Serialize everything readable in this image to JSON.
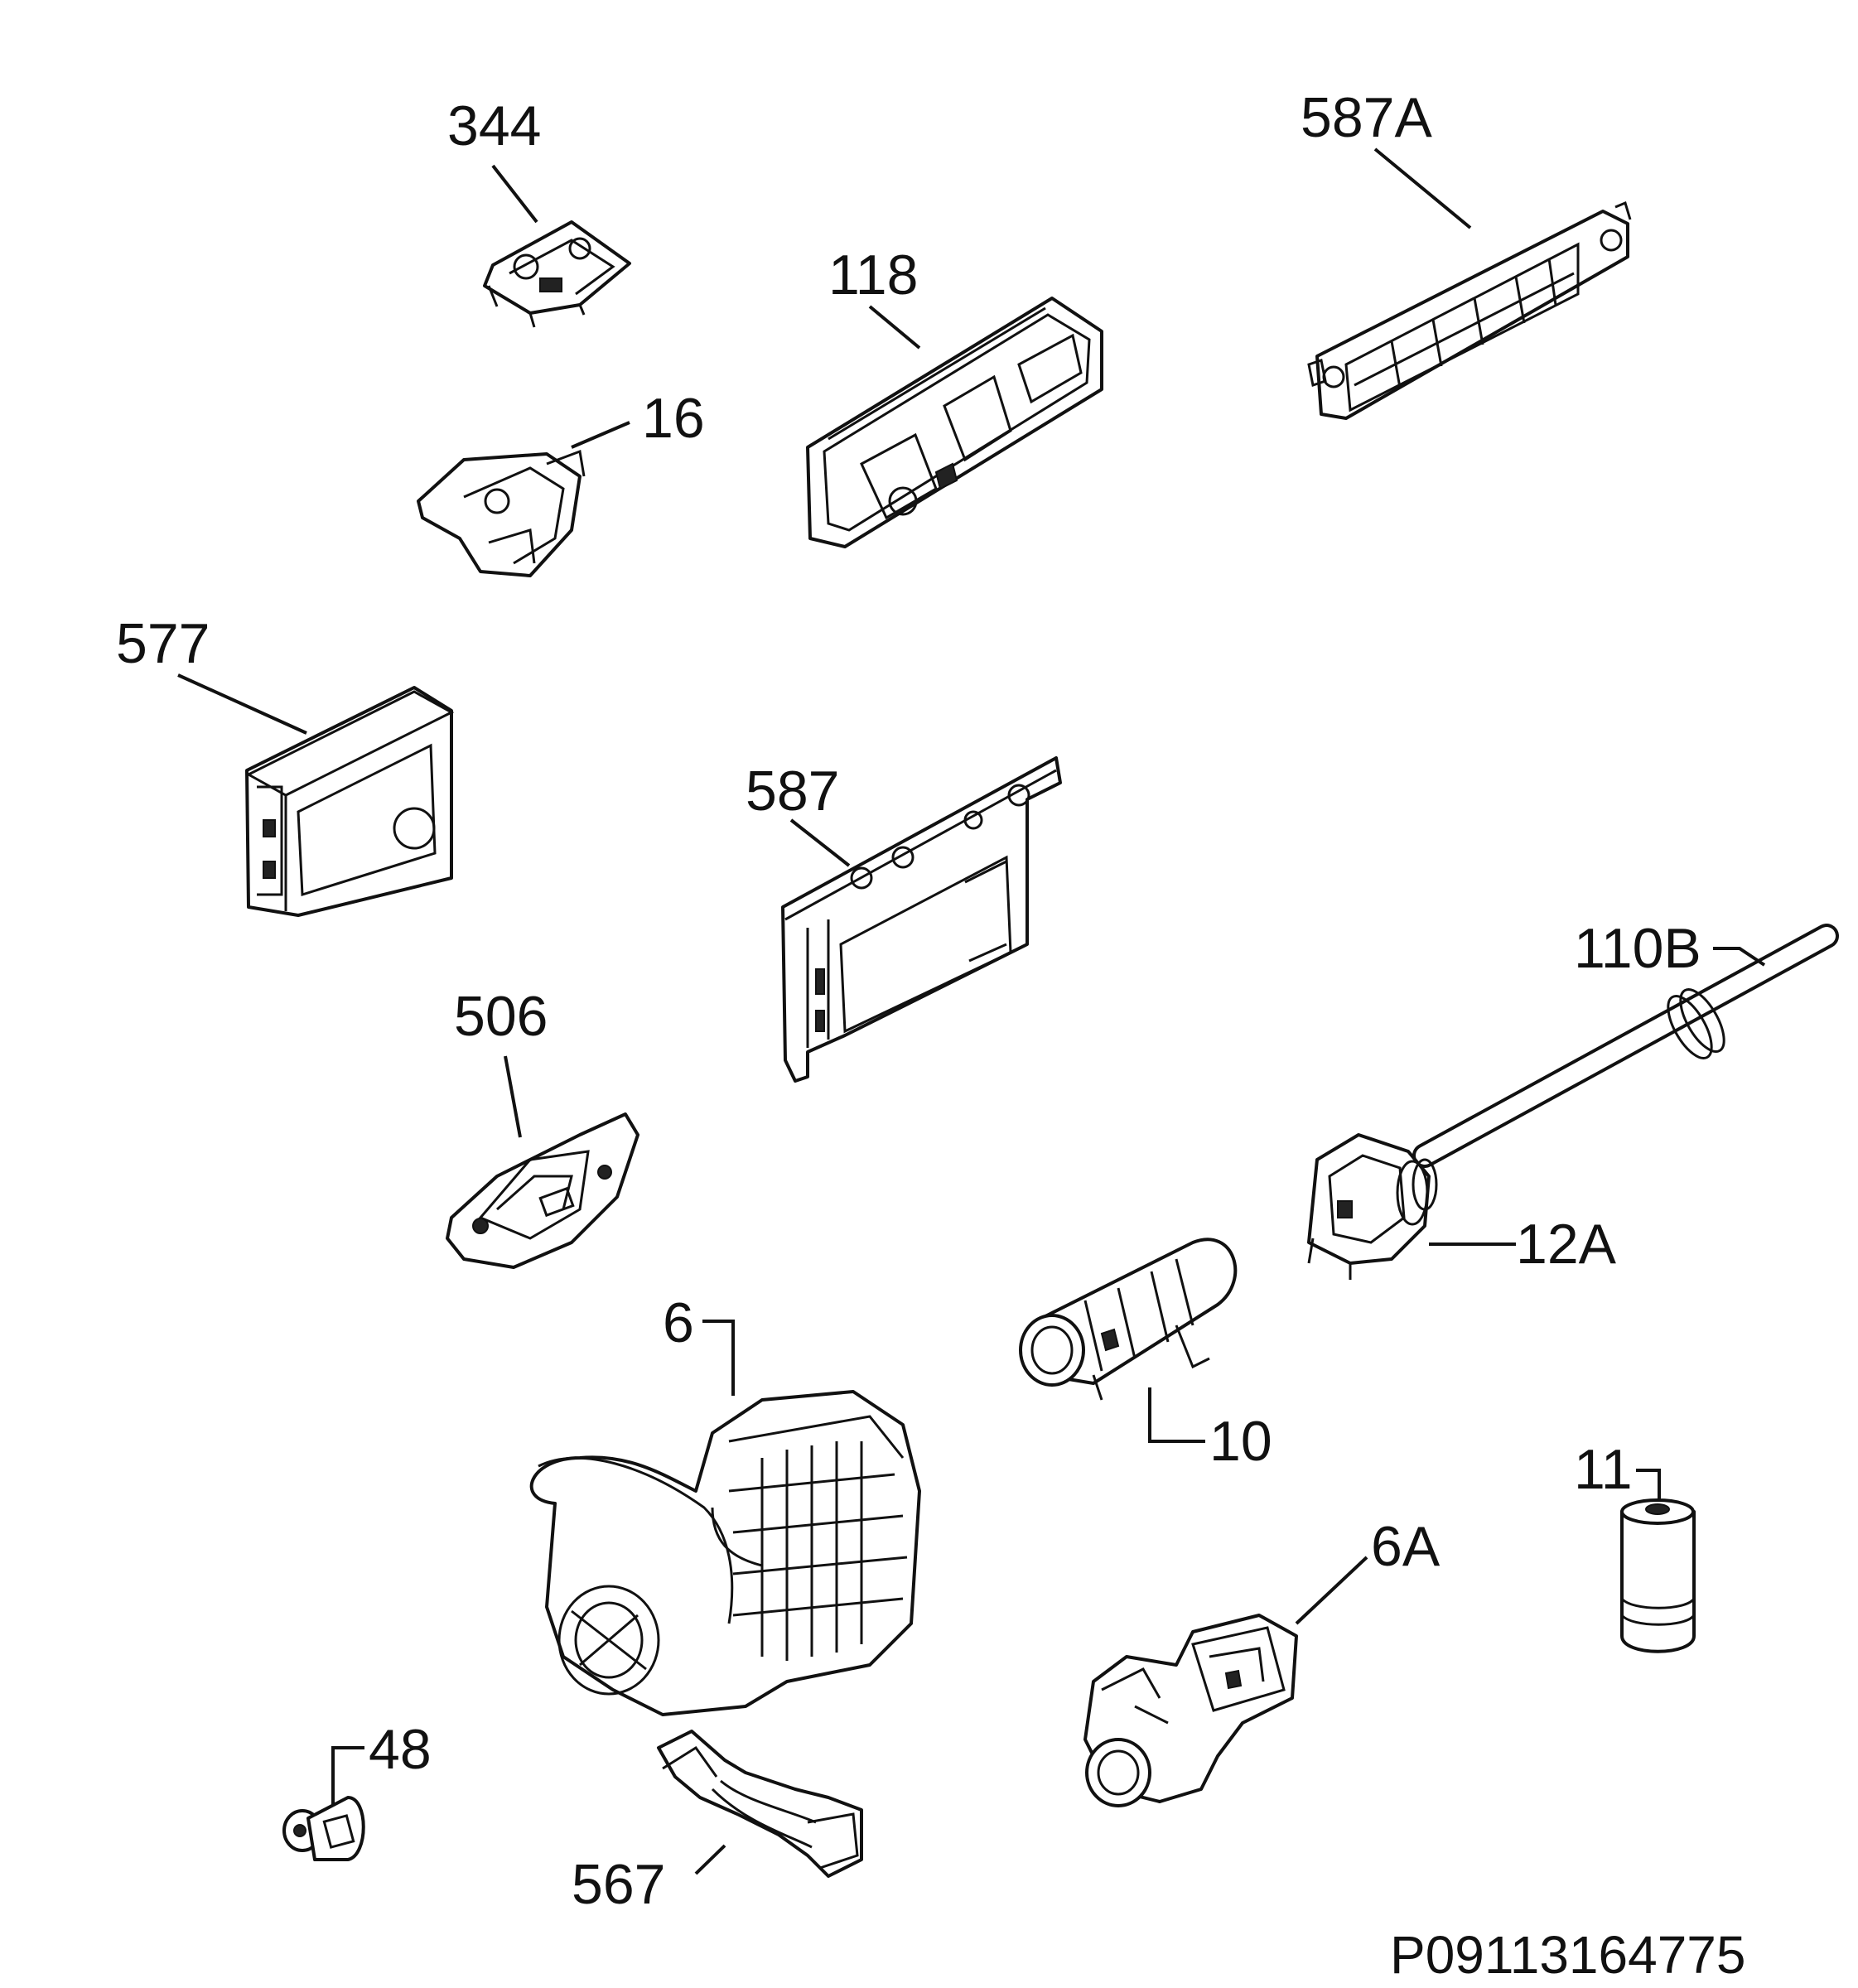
{
  "labels": {
    "p344": "344",
    "p587a": "587A",
    "p118": "118",
    "p16": "16",
    "p577": "577",
    "p587": "587",
    "p110b": "110B",
    "p506": "506",
    "p12a": "12A",
    "p6": "6",
    "p10": "10",
    "p11": "11",
    "p6a": "6A",
    "p48": "48",
    "p567": "567"
  },
  "drawing_code": "P09113164775"
}
